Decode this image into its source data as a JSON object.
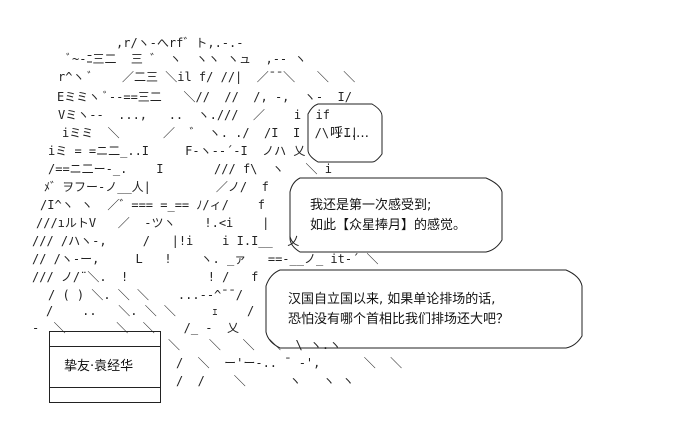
{
  "ascii_art_lines": [
    ",r/ヽ-へrf゛ト,.-.-",
    "ﾞ~-ﾆ三二  三 ゛ ヽ  ヽヽ ヽュ  ,-- ヽ",
    "r^ヽ ﾞ    ／二三 ＼il f/ //|  ／¯¯＼   ＼  ＼",
    "Eミミヽ ﾞ--==三二   ＼//  //  /, -,  ヽ-  I/",
    "Vミヽ--  ...,   ..  ヽ.///  ／    i  if",
    "iミミ  ＼      ／  ゛ ヽ. ./  /I  I  /\\ .I|",
    "iミ = =ニ二_..I     F-ヽ--´-I  ノハ 乂",
    "/==ニ二ー-_.    I       /// f\\  ヽ   ＼ i",
    "ﾒ゛ヲフー-ノ__人|         ／ノ/  f",
    "/I^ヽ ヽ  ／゛=== =_== ﾉ/ィ/    f",
    "///ıルトV   ／  ‐ツヽ    !.<i    |",
    "/// /ハヽ-,     /   |!i    i I.I__  乂",
    "// /ヽ-ー,     L   !    ヽ. _ァ   ==-__ノ_ it-´ ＼",
    "/// ノ/¨＼.  !           ! /   f",
    "/ ( ) ＼. ＼ ＼    ...--^¯¯/",
    "/    ..   ＼. ＼ ＼     ｪ    /",
    "-  ＼       ＼  ＼    /_ -  乂",
    "＼    ＼   ＼  ＼  \\ ヽ.ヽ",
    "/  ＼  ー'ー-.. ¯ ‐',      ＼  ＼",
    "/  /    ＼      ヽ   ヽ ヽ"
  ],
  "speech_bubbles": {
    "bubble_1": {
      "text": "呼……"
    },
    "bubble_2": {
      "line_1": "我还是第一次感受到;",
      "line_2": "如此【众星捧月】的感觉。"
    },
    "bubble_3": {
      "line_1": "汉国自立国以来, 如果单论排场的话,",
      "line_2": "恐怕没有哪个首相比我们排场还大吧？"
    }
  },
  "name_plate": {
    "label": "挚友·袁经华"
  }
}
